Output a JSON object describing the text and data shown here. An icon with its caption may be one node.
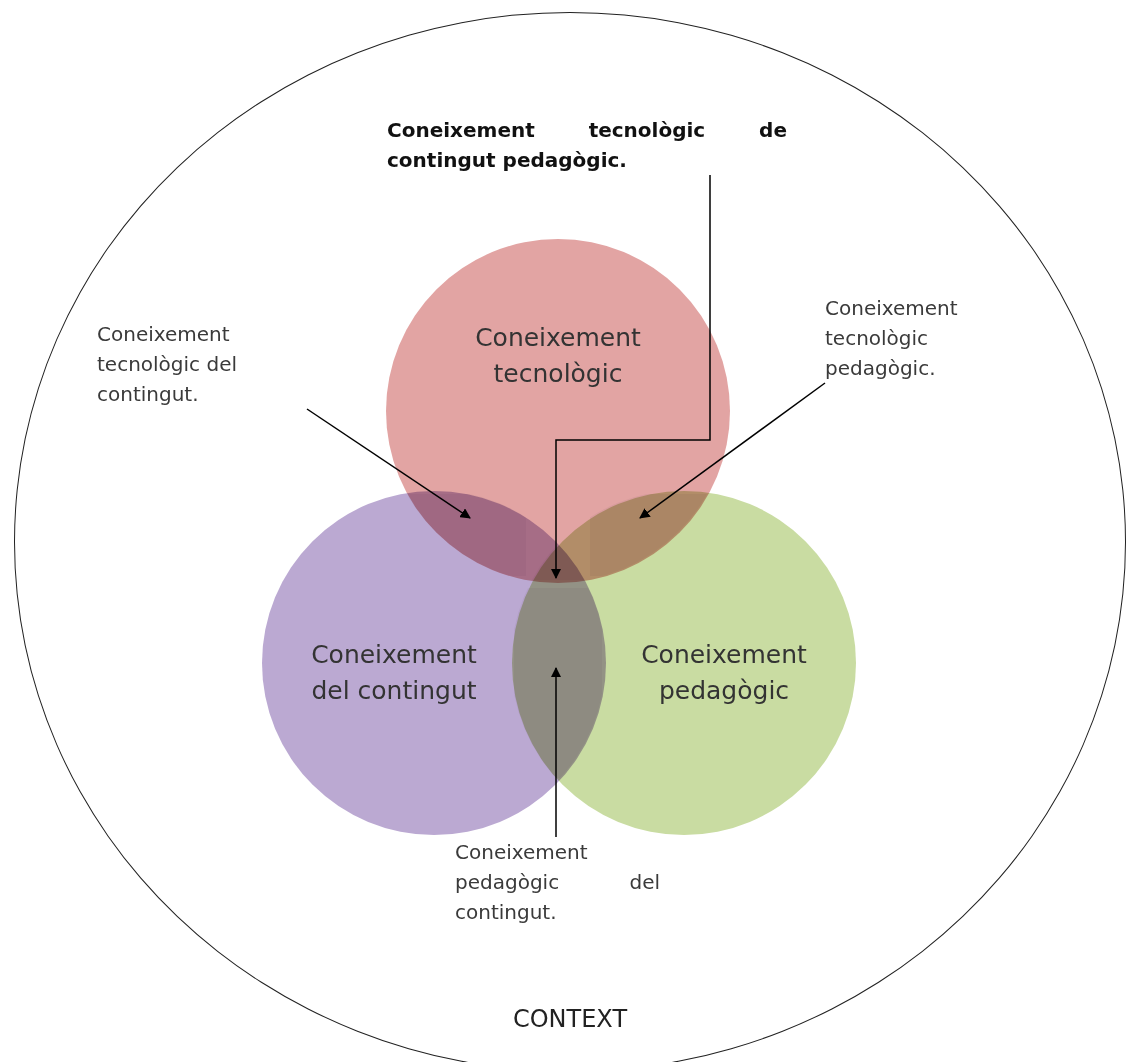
{
  "diagram": {
    "nodes": [
      {
        "text": [
          "CONTEXT"
        ]
      },
      {
        "text": [
          "Coneixement tecnològic"
        ],
        "in": 0
      },
      {
        "text": [
          "Coneixement del contingut"
        ],
        "in": 0
      },
      {
        "text": [
          "Coneixement pedagògic"
        ],
        "in": 0
      },
      {
        "text": [
          "Coneixement tecnològic de contingut pedagògic."
        ],
        "in": 0
      },
      {
        "text": [
          "Coneixement tecnològic del contingut."
        ],
        "in": 0
      },
      {
        "text": [
          "Coneixement tecnològic pedagògic."
        ],
        "in": 0
      },
      {
        "text": [
          "Coneixement pedagògic del contingut."
        ],
        "in": 0
      },
      {
        "text": [],
        "shape": "lens"
      },
      {
        "text": [],
        "shape": "lens"
      },
      {
        "text": [],
        "shape": "lens"
      },
      {
        "text": [],
        "shape": "lens"
      }
    ],
    "edges": [
      {
        "from": 4,
        "to": 10,
        "arrow": "to"
      },
      {
        "from": 5,
        "to": 8,
        "arrow": "to"
      },
      {
        "from": 6,
        "to": 9,
        "arrow": "to"
      },
      {
        "from": 7,
        "to": 11,
        "arrow": "to"
      }
    ]
  }
}
